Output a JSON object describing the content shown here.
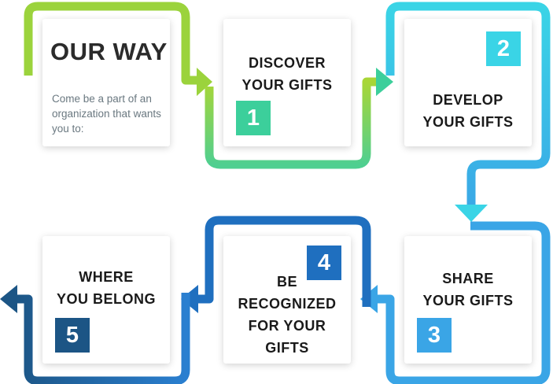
{
  "intro": {
    "title": "OUR WAY",
    "text": "Come be a part of an organization that wants you to:"
  },
  "steps": [
    {
      "number": "1",
      "title_lines": [
        "DISCOVER",
        "YOUR GIFTS"
      ],
      "color": "#3ccf9b"
    },
    {
      "number": "2",
      "title_lines": [
        "DEVELOP",
        "YOUR GIFTS"
      ],
      "color": "#3ad4e6"
    },
    {
      "number": "3",
      "title_lines": [
        "SHARE",
        "YOUR GIFTS"
      ],
      "color": "#3aa5e6"
    },
    {
      "number": "4",
      "title_lines": [
        "BE",
        "RECOGNIZED",
        "FOR YOUR",
        "GIFTS"
      ],
      "color": "#1f6fbf"
    },
    {
      "number": "5",
      "title_lines": [
        "WHERE",
        "YOU BELONG"
      ],
      "color": "#1c5585"
    }
  ],
  "flow_colors": {
    "green": "#9bd33c",
    "teal": "#3ccf9b",
    "cyan": "#3ad4e6",
    "light_blue": "#3aa5e6",
    "blue": "#1f6fbf",
    "navy": "#1c5585"
  }
}
